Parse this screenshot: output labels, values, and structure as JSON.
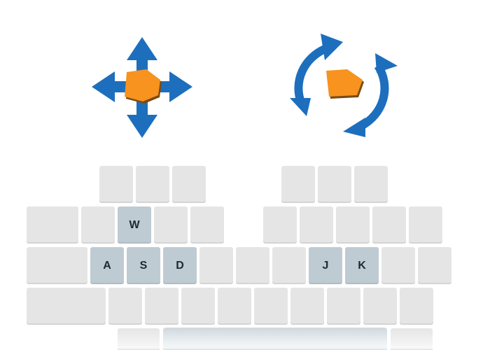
{
  "controls": {
    "move": {
      "icon": "four-way-move-arrows-icon",
      "color": "#1d6fbd",
      "object_color": "#f7931e",
      "keys": [
        "W",
        "A",
        "S",
        "D"
      ]
    },
    "rotate": {
      "icon": "rotate-arrows-icon",
      "color": "#1d6fbd",
      "object_color": "#f7931e",
      "keys": [
        "J",
        "K"
      ]
    }
  },
  "keyboard": {
    "key_color": "#e5e5e5",
    "active_key_color": "#bfcbd3",
    "labels": {
      "w": "W",
      "a": "A",
      "s": "S",
      "d": "D",
      "j": "J",
      "k": "K"
    }
  }
}
